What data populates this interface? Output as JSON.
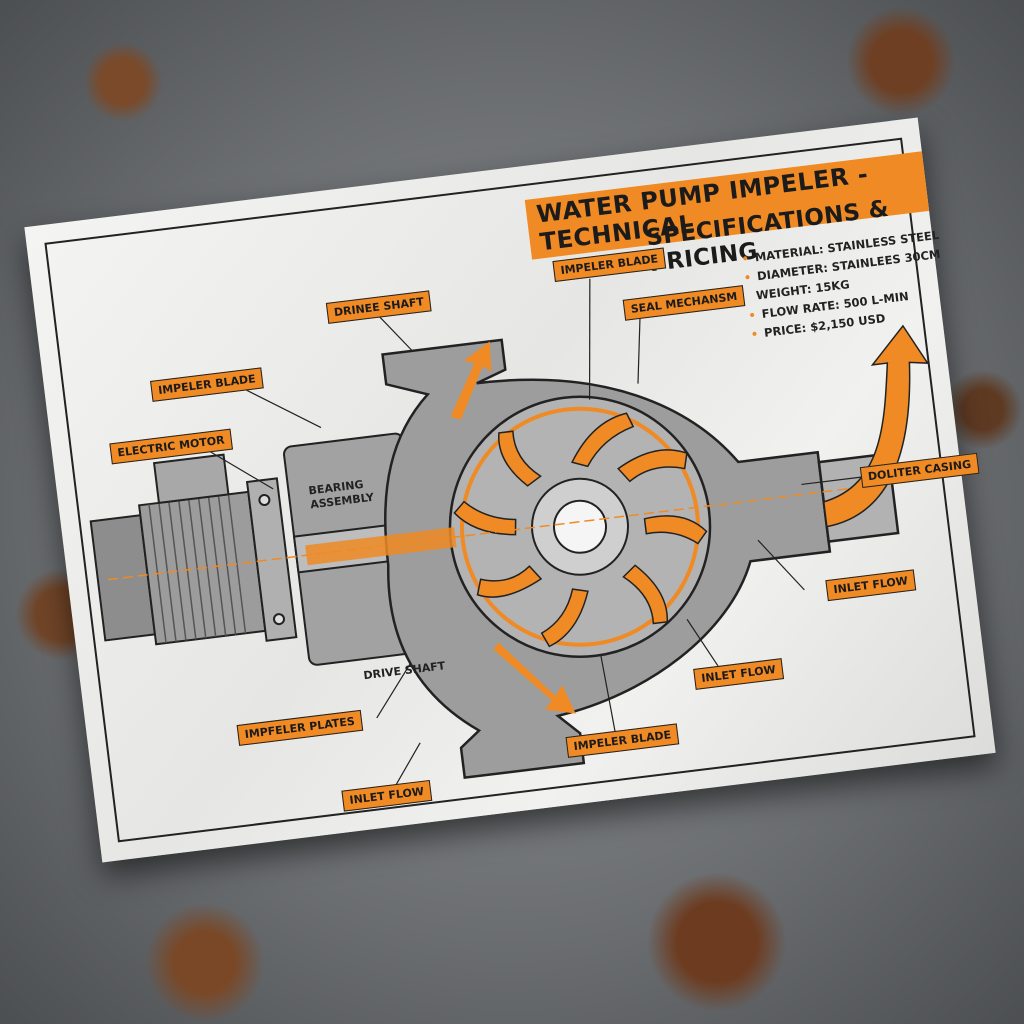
{
  "title": {
    "line1": "WATER PUMP IMPELER - TECHNICAL",
    "line2": "SPECIFICATIONS & PRICING"
  },
  "specs": [
    "MATERIAL: STAINLESS STEEL",
    "DIAMETER: STAINLEES 30CM",
    "WEIGHT:  15KG",
    "FLOW RATE: 500 L-MIN",
    "PRICE: $2,150 USD"
  ],
  "labels": {
    "drinee_shaft": "DRINEE SHAFT",
    "impeler_blade_top": "IMPELER BLADE",
    "impeler_blade_left": "IMPELER BLADE",
    "seal_mechanism": "SEAL MECHANSM",
    "electric_motor": "ELECTRIC MOTOR",
    "bearing_assembly_1": "BEARING",
    "bearing_assembly_2": "ASSEMBLY",
    "doliter_casing": "DOLITER CASING",
    "drive_shaft": "DRIVE SHAFT",
    "inlet_flow_right": "INLET FLOW",
    "impfeler_plates": "IMPFELER PLATES",
    "inlet_flow_bottom_right": "INLET FLOW",
    "impeler_blade_bottom": "IMPELER BLADE",
    "inlet_flow_bottom_left": "INLET FLOW"
  },
  "colors": {
    "accent": "#ef8a24",
    "ink": "#1b1b1b",
    "paper": "#f1f1ef",
    "metal": "#9a9a9a"
  }
}
